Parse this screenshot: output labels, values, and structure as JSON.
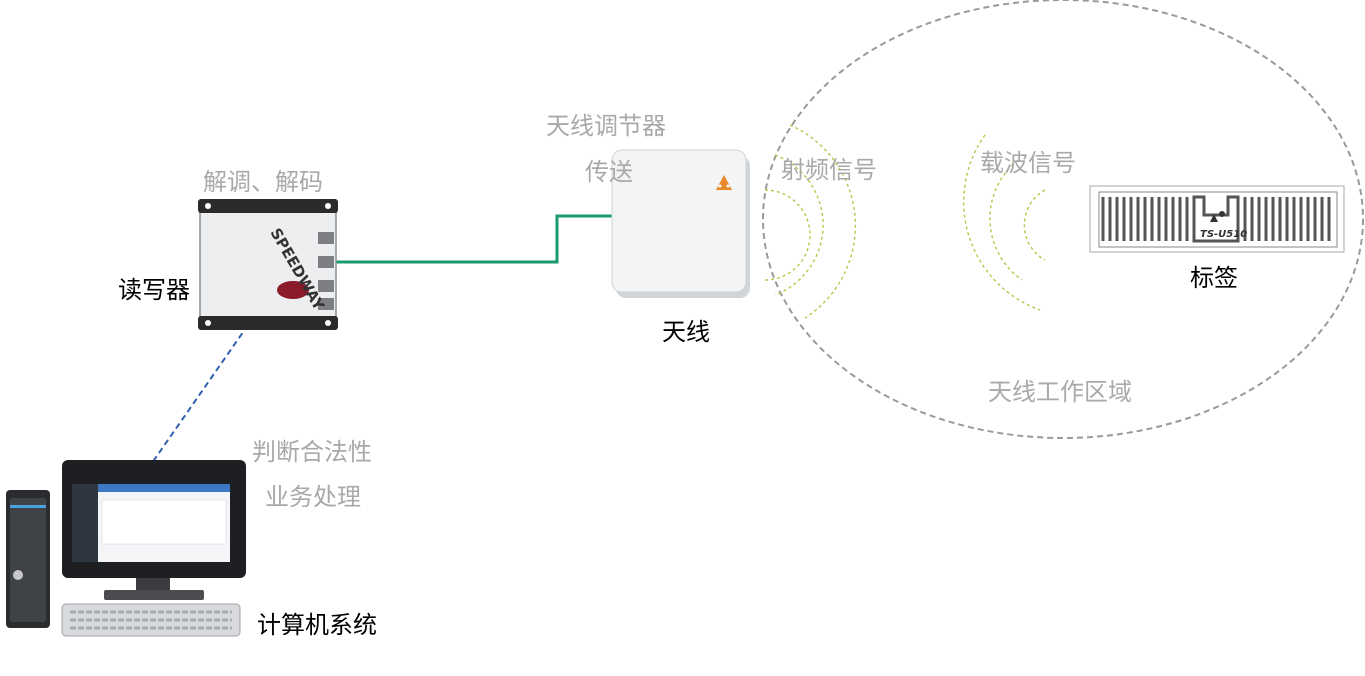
{
  "labels": {
    "antenna_adjuster": "天线调节器",
    "transmit": "传送",
    "demod_decode": "解调、解码",
    "reader": "读写器",
    "rf_signal": "射频信号",
    "carrier_signal": "载波信号",
    "tag": "标签",
    "antenna": "天线",
    "antenna_work_area": "天线工作区域",
    "judge_legality": "判断合法性",
    "business_processing": "业务处理",
    "computer_system": "计算机系统"
  },
  "devices": {
    "reader_brand": "SPEEDWAY",
    "tag_model": "TS-U510"
  },
  "colors": {
    "reader_antenna_link": "#1a9a6f",
    "reader_computer_link": "#2f5fb0",
    "work_area_outline": "#9a9a9a",
    "wave_color": "#b7c64a",
    "gray_text": "#a9a9a9"
  }
}
